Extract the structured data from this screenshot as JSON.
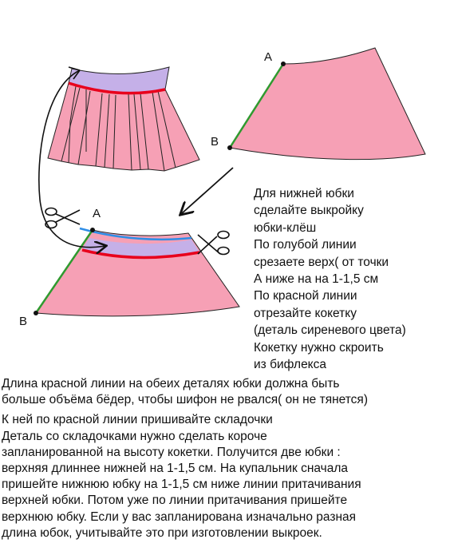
{
  "diagram": {
    "colors": {
      "skirt_fill": "#f6a0b5",
      "yoke_fill": "#c5b0e8",
      "red_line": "#e8001c",
      "blue_line": "#2f8ee6",
      "green_edge": "#2f9a2f",
      "outline": "#222222"
    },
    "labels": {
      "point_a_right": "A",
      "point_b_right": "B",
      "point_a_bottom": "A",
      "point_b_bottom": "B"
    },
    "icons": [
      "scissors-icon",
      "scissors-icon",
      "arrow-icon"
    ]
  },
  "instructions": [
    "Для нижней юбки",
    "сделайте выкройку",
    "юбки-клёш",
    "По голубой линии",
    "срезаете верх( от точки",
    "А ниже на на 1-1,5 см",
    "По красной линии",
    "отрезайте кокетку",
    "(деталь сиреневого  цвета)",
    "Кокетку нужно скроить",
    "из бифлекса"
  ],
  "bottom_text": [
    "Длина красной линии на обеих деталях юбки должна быть",
    "больше объёма бёдер, чтобы шифон не рвался( он не тянется)",
    "К ней по красной линии  пришивайте складочки",
    "Деталь со складочками нужно сделать короче",
    "запланированной на высоту кокетки. Получится две юбки :",
    "верхняя длиннее нижней на 1-1,5 см. На купальник сначала",
    "пришейте нижнюю юбку на 1-1,5 см ниже линии притачивания",
    "верхней юбки. Потом уже по линии притачивания пришейте",
    "верхнюю юбку. Если у вас запланирована изначально разная",
    "длина юбок, учитывайте это при изготовлении выкроек."
  ]
}
